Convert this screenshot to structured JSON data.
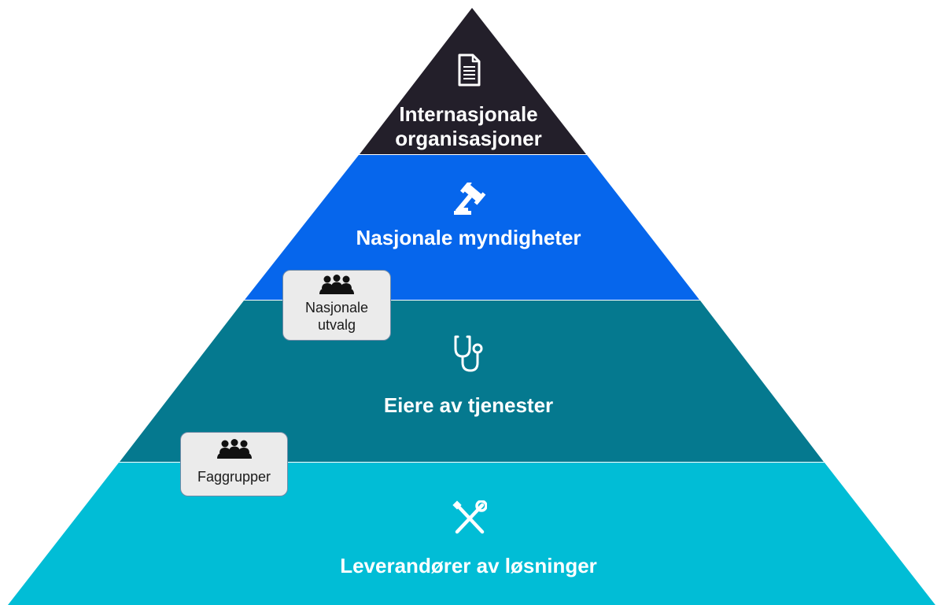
{
  "tiers": [
    {
      "label_line1": "Internasjonale",
      "label_line2": "organisasjoner",
      "icon": "document-icon",
      "color": "#231f2a"
    },
    {
      "label": "Nasjonale myndigheter",
      "icon": "gavel-icon",
      "color": "#0666ec"
    },
    {
      "label": "Eiere av tjenester",
      "icon": "stethoscope-icon",
      "color": "#05798f"
    },
    {
      "label": "Leverandører av løsninger",
      "icon": "tools-icon",
      "color": "#01bdd6"
    }
  ],
  "badges": [
    {
      "label_line1": "Nasjonale",
      "label_line2": "utvalg",
      "icon": "group-icon"
    },
    {
      "label": "Faggrupper",
      "icon": "group-icon"
    }
  ],
  "colors": {
    "text": "#ffffff",
    "badge_background": "#ebebeb",
    "badge_border": "#6f8aa6",
    "badge_text": "#1a1a1a"
  }
}
